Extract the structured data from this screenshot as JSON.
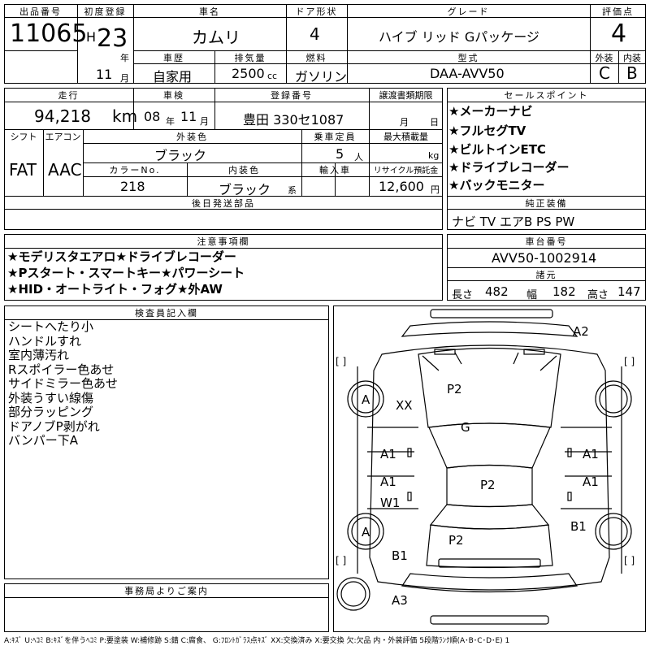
{
  "lot": {
    "label": "出品番号",
    "value": "11065"
  },
  "first_reg": {
    "label": "初度登録",
    "era": "H",
    "year": "23",
    "year_unit": "年",
    "month": "11",
    "month_unit": "月"
  },
  "car_name": {
    "label": "車名",
    "value": "カムリ"
  },
  "door": {
    "label": "ドア形状",
    "value": "4"
  },
  "grade": {
    "label": "グレード",
    "value": "ハイブ リッド Gパッケージ"
  },
  "score": {
    "label": "評価点",
    "value": "4"
  },
  "history": {
    "label": "車歴",
    "value": "自家用"
  },
  "displacement": {
    "label": "排気量",
    "value": "2500",
    "unit": "cc"
  },
  "fuel": {
    "label": "燃料",
    "value": "ガソリン"
  },
  "model": {
    "label": "型式",
    "value": "DAA-AVV50"
  },
  "exterior_grade": {
    "label": "外装",
    "value": "C"
  },
  "interior_grade": {
    "label": "内装",
    "value": "B"
  },
  "mileage": {
    "label": "走行",
    "value": "94,218",
    "unit": "km"
  },
  "inspection": {
    "label": "車検",
    "year": "08",
    "year_unit": "年",
    "month": "11",
    "month_unit": "月"
  },
  "reg_no": {
    "label": "登録番号",
    "value": "豊田 330セ1087"
  },
  "transfer": {
    "label": "譲渡書類期限",
    "month_unit": "月",
    "day_unit": "日"
  },
  "shift": {
    "label": "シフト",
    "value": "FAT"
  },
  "aircon": {
    "label": "エアコン",
    "value": "AAC"
  },
  "ext_color": {
    "label": "外装色",
    "value": "ブラック"
  },
  "capacity": {
    "label": "乗車定員",
    "value": "5",
    "unit": "人"
  },
  "max_load": {
    "label": "最大積載量",
    "unit": "kg"
  },
  "color_no": {
    "label": "カラーNo.",
    "value": "218"
  },
  "int_color": {
    "label": "内装色",
    "value": "ブラック",
    "unit": "系"
  },
  "import": {
    "label": "輸入車"
  },
  "recycle": {
    "label": "リサイクル預託金",
    "value": "12,600",
    "unit": "円"
  },
  "later_parts": {
    "label": "後日発送部品"
  },
  "sales_points": {
    "label": "セールスポイント",
    "items": [
      "★メーカーナビ",
      "★フルセグTV",
      "★ビルトインETC",
      "★ドライブレコーダー",
      "★バックモニター"
    ]
  },
  "equipment": {
    "label": "純正装備",
    "value": "ナビ TV エアB PS PW"
  },
  "notes": {
    "label": "注意事項欄",
    "lines": [
      "★モデリスタエアロ★ドライブレコーダー",
      "★Pスタート・スマートキー★パワーシート",
      "★HID・オートライト・フォグ★外AW"
    ]
  },
  "chassis": {
    "label": "車台番号",
    "value": "AVV50-1002914"
  },
  "specs": {
    "label": "諸元",
    "length_label": "長さ",
    "length": "482",
    "width_label": "幅",
    "width": "182",
    "height_label": "高さ",
    "height": "147"
  },
  "inspector": {
    "label": "検査員記入欄",
    "lines": [
      "シートへたり小",
      "ハンドルすれ",
      "室内薄汚れ",
      "Rスポイラー色あせ",
      "サイドミラー色あせ",
      "外装うすい線傷",
      "部分ラッピング",
      "ドアノブP剥がれ",
      "バンパー下A"
    ]
  },
  "office": {
    "label": "事務局よりご案内"
  },
  "diagram_marks": {
    "a2": "A2",
    "a_fl": "A",
    "xx": "XX",
    "p2_hood": "P2",
    "g": "G",
    "a1_l1": "A1",
    "a1_r1": "A1",
    "a1_l2": "A1",
    "w1": "W1",
    "a1_r2": "A1",
    "p2_roof": "P2",
    "a_rl": "A",
    "b1_r": "B1",
    "p2_trunk": "P2",
    "b1_l": "B1",
    "a3": "A3",
    "bracket": "[ ]"
  },
  "legend": "A:ｷｽﾞ U:ﾍｺﾐ B:ｷｽﾞを伴うﾍｺﾐ P:要塗装 W:補修跡 S:錆 C:腐食、 G:ﾌﾛﾝﾄｶﾞﾗｽ点ｷｽﾞ XX:交換済み X:要交換 欠:欠品 内・外装評価 5段階ﾗﾝｸ順(A･B･C･D･E) 1"
}
